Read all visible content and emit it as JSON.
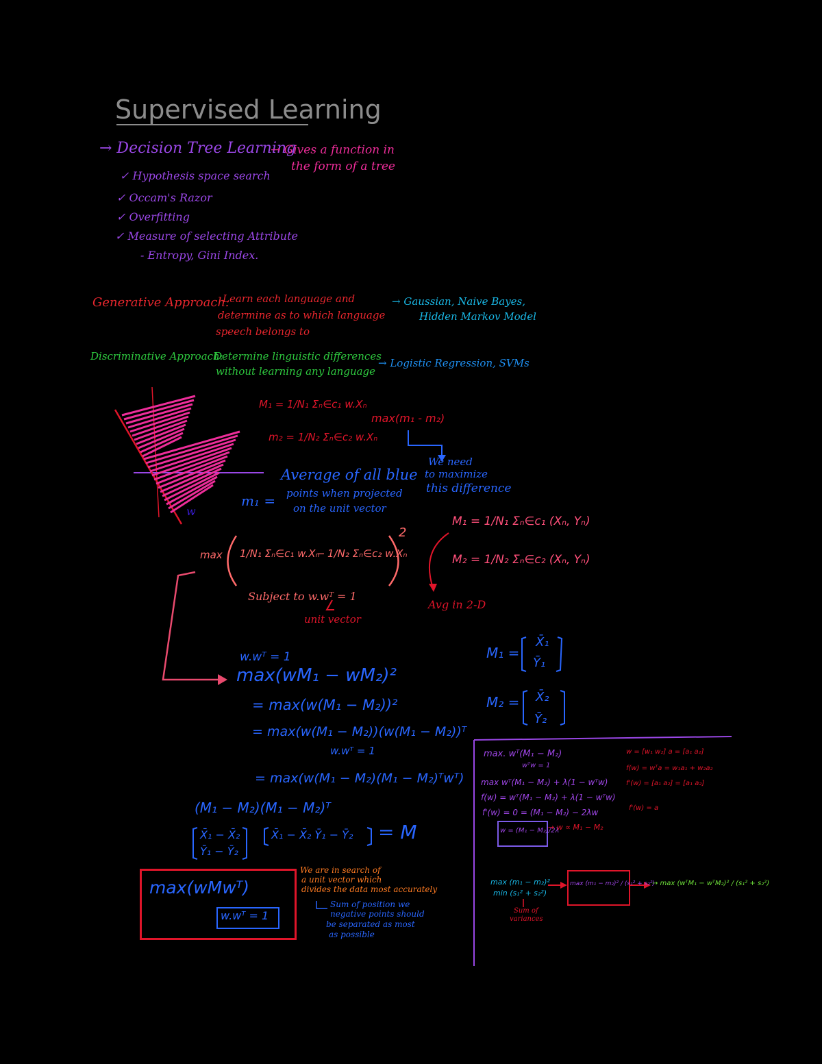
{
  "colors": {
    "title": "#8c8c8c",
    "purple": "#9a47e6",
    "generative": "#e6262d",
    "generative_right": "#19b8e6",
    "discriminative": "#2ec93f",
    "discriminative_right": "#1e8ff0",
    "magenta": "#ee2d9a",
    "blue_note": "#2966ff",
    "pink": "#ff4f7a",
    "salmon": "#ff6a6a",
    "crimson": "#e0152a",
    "orange": "#ff7b22",
    "violet": "#a046e8",
    "lavender": "#7c5be8",
    "bright_green": "#6ee03a"
  },
  "title": "Supervised Learning",
  "decision_tree": {
    "heading": "→ Decision Tree Learning",
    "note_line1": "→ Gives a function in",
    "note_line2": "the form of a tree",
    "items": [
      "✓ Hypothesis space search",
      "✓ Occam's Razor",
      "✓ Overfitting",
      "✓ Measure of selecting Attribute"
    ],
    "subitem": "- Entropy, Gini Index."
  },
  "generative": {
    "label": "Generative Approach:",
    "text_line1": "Learn each language and",
    "text_line2": "determine as to which language",
    "text_line3": "speech belongs to",
    "examples_line1": "→ Gaussian, Naive Bayes,",
    "examples_line2": "Hidden Markov Model"
  },
  "discriminative": {
    "label": "Discriminative Approach:",
    "text_line1": "Determine linguistic differences",
    "text_line2": "without learning any language",
    "examples": "→ Logistic Regression, SVMs"
  },
  "projection": {
    "m1_def": "M₁ = 1/N₁ Σₙ∈c₁ w.Xₙ",
    "m2_def": "m₂ = 1/N₂ Σₙ∈c₂ w.Xₙ",
    "maximize": "max(m₁ - m₂)",
    "note_line1": "We need",
    "note_line2": "to maximize",
    "note_line3": "this difference",
    "avg_line1": "Average of all blue",
    "avg_prefix": "m₁ =",
    "avg_line2": "points when projected",
    "avg_line3": "on the unit vector",
    "w_label": "w"
  },
  "objective": {
    "max": "max",
    "term1": "1/N₁ Σₙ∈c₁ w.Xₙ",
    "minus": "−",
    "term2": "1/N₂ Σₙ∈c₂ w.Xₙ",
    "power": "2",
    "subject": "Subject to w.wᵀ = 1",
    "unit": "unit vector"
  },
  "means2d": {
    "M1": "M₁ = 1/N₁ Σₙ∈c₁ (Xₙ, Yₙ)",
    "M2": "M₂ = 1/N₂ Σₙ∈c₂ (Xₙ, Yₙ)",
    "avg": "Avg in 2-D",
    "M1_vec_label": "M₁ =",
    "M1_vec_top": "X̄₁",
    "M1_vec_bottom": "Ȳ₁",
    "M2_vec_label": "M₂ =",
    "M2_vec_top": "X̄₂",
    "M2_vec_bottom": "Ȳ₂"
  },
  "derivation": {
    "constraint": "w.wᵀ = 1",
    "line1": "max(wM₁ − wM₂)²",
    "line2": "= max(w(M₁ − M₂))²",
    "line3": "= max(w(M₁ − M₂))(w(M₁ − M₂))ᵀ",
    "line3_constraint": "w.wᵀ = 1",
    "line4": "= max(w(M₁ − M₂)(M₁ − M₂)ᵀwᵀ)",
    "outer": "(M₁ − M₂)(M₁ − M₂)ᵀ",
    "matrix_col_top": "X̄₁ − X̄₂",
    "matrix_col_bottom": "Ȳ₁ − Ȳ₂",
    "matrix_row": "X̄₁ − X̄₂   Ȳ₁ − Ȳ₂",
    "equals_M": "= M"
  },
  "result": {
    "max": "max(wMwᵀ)",
    "constraint": "w.wᵀ = 1",
    "note_line1": "We are in search of",
    "note_line2": "a unit vector which",
    "note_line3": "divides the data most accurately",
    "sub_line1": "Sum of position we",
    "sub_line2": "negative points should",
    "sub_line3": "be separated as most",
    "sub_line4": "as possible"
  },
  "lagrange": {
    "l1": "max. wᵀ(M₁ − M₂)",
    "l1_sub": "wᵀw = 1",
    "l2": "max wᵀ(M₁ − M₂) + λ(1 − wᵀw)",
    "l3": "f(w) = wᵀ(M₁ − M₂) + λ(1 − wᵀw)",
    "l4": "f'(w) = 0 = (M₁ − M₂) − 2λw",
    "boxed": "w = (M₁ − M₂)/2λ",
    "proportional": "→ w ∝ M₁ − M₂",
    "side1": "w = [w₁ w₂]   a = [a₁ a₂]",
    "side2": "f(w) = wᵀa = w₁a₁ + w₂a₂",
    "side3": "f'(w) = [a₁ a₂] = [a₁ a₂]",
    "side4": "f'(w) = a",
    "fisher1": "max (m₁ − m₂)²",
    "fisher1_den": "min (s₁² + s₂²)",
    "sum_var_line1": "Sum of",
    "sum_var_line2": "variances",
    "fisher2": "max (m₁ − m₂)² / (s₁² + s₂²)",
    "fisher3": "→ max (wᵀM₁ − wᵀM₂)² / (s₁² + s₂²)"
  }
}
